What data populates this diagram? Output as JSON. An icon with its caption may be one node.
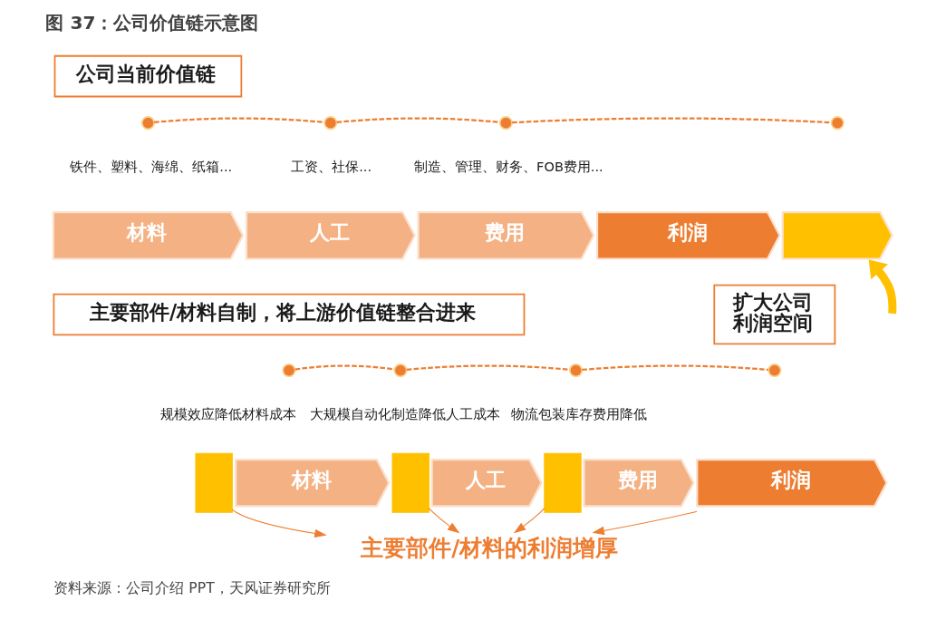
{
  "diagram": {
    "title": "图 37：公司价值链示意图",
    "caption": "资料来源：公司介绍 PPT，天风证券研究所",
    "nodes": [
      {
        "text": [
          "公司当前价值链"
        ]
      },
      {
        "text": [],
        "shape": "circle",
        "beside": [
          "铁件、塑料、海绵、纸箱..."
        ]
      },
      {
        "text": [],
        "shape": "circle",
        "beside": [
          "工资、社保..."
        ]
      },
      {
        "text": [],
        "shape": "circle",
        "beside": [
          "制造、管理、财务、FOB费用..."
        ]
      },
      {
        "text": [],
        "shape": "circle"
      },
      {
        "text": [
          "材料"
        ]
      },
      {
        "text": [
          "人工"
        ]
      },
      {
        "text": [
          "费用"
        ]
      },
      {
        "text": [
          "利润"
        ]
      },
      {
        "text": [],
        "shape": "chevron"
      },
      {
        "text": [
          "扩大公司利润空间"
        ]
      },
      {
        "text": [
          "主要部件/材料自制，将上游价值链整合进来"
        ]
      },
      {
        "text": [],
        "shape": "circle",
        "beside": [
          "规模效应降低材料成本"
        ]
      },
      {
        "text": [],
        "shape": "circle",
        "beside": [
          "大规模自动化制造降低人工成本"
        ]
      },
      {
        "text": [],
        "shape": "circle",
        "beside": [
          "物流包装库存费用降低"
        ]
      },
      {
        "text": [],
        "shape": "circle"
      },
      {
        "text": [],
        "shape": "bar"
      },
      {
        "text": [
          "材料"
        ]
      },
      {
        "text": [],
        "shape": "bar"
      },
      {
        "text": [
          "人工"
        ]
      },
      {
        "text": [],
        "shape": "bar"
      },
      {
        "text": [
          "费用"
        ]
      },
      {
        "text": [
          "利润"
        ]
      },
      {
        "text": [
          "主要部件/材料的利润增厚"
        ]
      }
    ],
    "edges": [
      {
        "from": 1,
        "to": 2,
        "arrow": "none",
        "style": "dashed"
      },
      {
        "from": 2,
        "to": 3,
        "arrow": "none",
        "style": "dashed"
      },
      {
        "from": 3,
        "to": 4,
        "arrow": "none",
        "style": "dashed"
      },
      {
        "from": 12,
        "to": 13,
        "arrow": "none",
        "style": "dashed"
      },
      {
        "from": 13,
        "to": 14,
        "arrow": "none",
        "style": "dashed"
      },
      {
        "from": 14,
        "to": 15,
        "arrow": "none",
        "style": "dashed"
      },
      {
        "from": null,
        "to": 9,
        "arrow": "to",
        "style": "thick",
        "color": "#ffc000"
      },
      {
        "from": 16,
        "to": 23,
        "arrow": "to"
      },
      {
        "from": 18,
        "to": 23,
        "arrow": "to"
      },
      {
        "from": 20,
        "to": 23,
        "arrow": "to"
      },
      {
        "from": 22,
        "to": 23,
        "arrow": "to"
      }
    ]
  }
}
